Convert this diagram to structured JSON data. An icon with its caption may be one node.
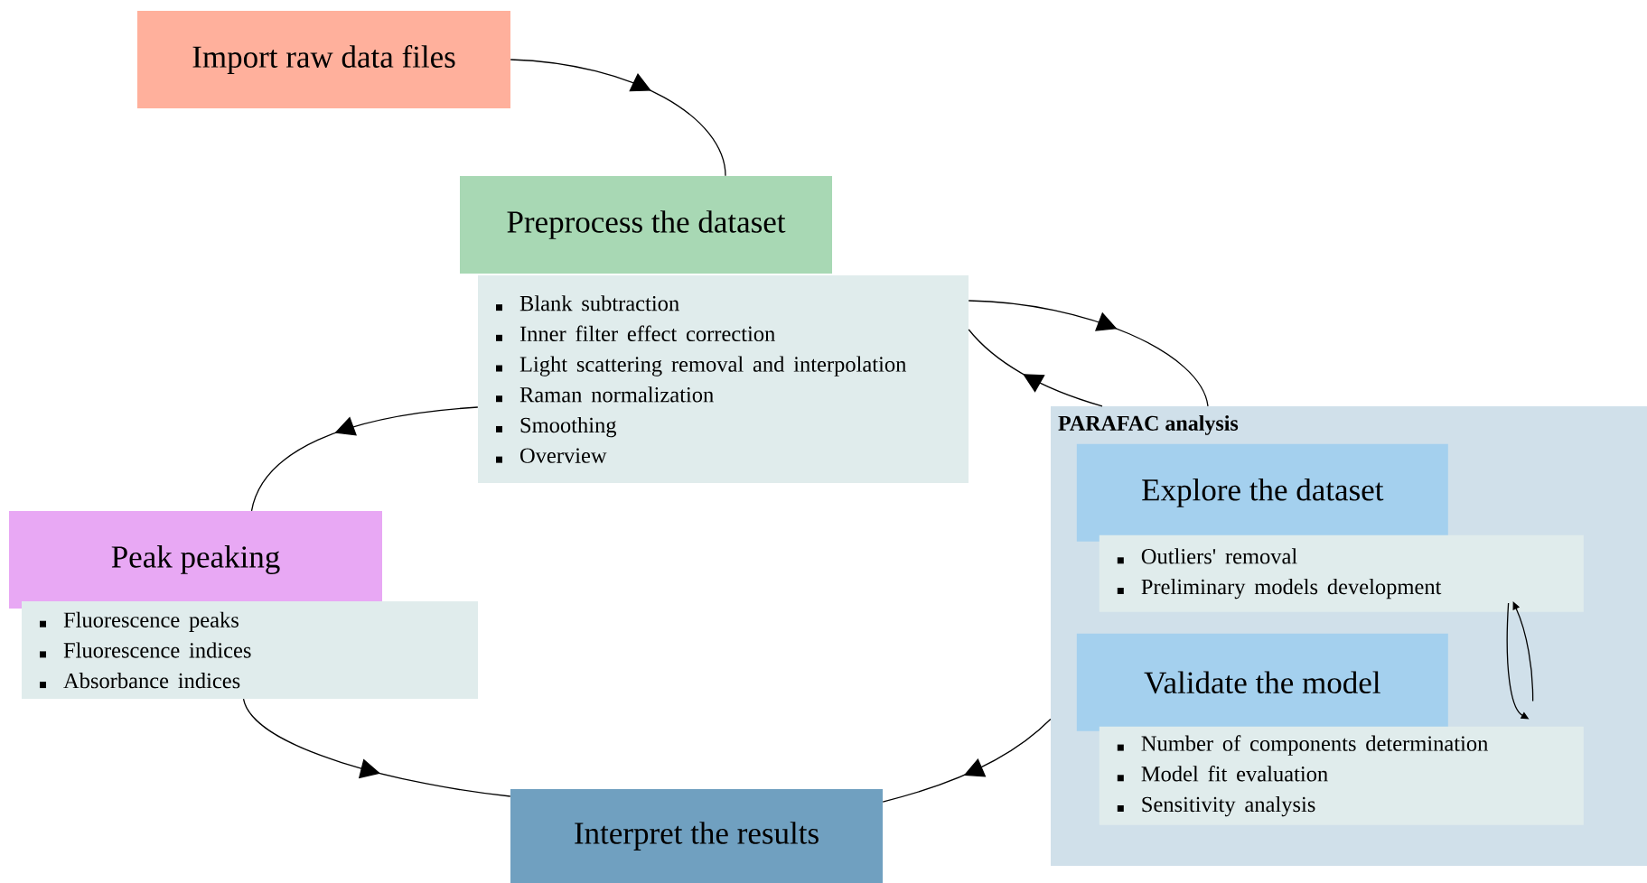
{
  "diagram": {
    "nodes": [
      {
        "text": [
          "Import raw data files"
        ]
      },
      {
        "text": [
          "Preprocess the dataset"
        ]
      },
      {
        "text": [
          "Blank subtraction",
          "Inner filter effect correction",
          "Light scattering removal and interpolation",
          "Raman normalization",
          "Smoothing",
          "Overview"
        ]
      },
      {
        "text": [
          "Peak peaking"
        ]
      },
      {
        "text": [
          "Fluorescence peaks",
          "Fluorescence indices",
          "Absorbance indices"
        ]
      },
      {
        "text": [
          "Interpret the results"
        ]
      },
      {
        "text": [
          "PARAFAC analysis"
        ]
      },
      {
        "text": [
          "Explore the dataset"
        ],
        "in": 6
      },
      {
        "text": [
          "Outliers' removal",
          "Preliminary models development"
        ],
        "in": 6
      },
      {
        "text": [
          "Validate the model"
        ],
        "in": 6
      },
      {
        "text": [
          "Number of components determination",
          "Model fit evaluation",
          "Sensitivity analysis"
        ],
        "in": 6
      }
    ],
    "edges": [
      {
        "from": 0,
        "to": 1,
        "arrow": "to"
      },
      {
        "from": 2,
        "to": 6,
        "arrow": "to"
      },
      {
        "from": 6,
        "to": 2,
        "arrow": "to"
      },
      {
        "from": 2,
        "to": 3,
        "arrow": "to"
      },
      {
        "from": 4,
        "to": 5,
        "arrow": "to"
      },
      {
        "from": 6,
        "to": 5,
        "arrow": "to"
      },
      {
        "from": 8,
        "to": 10,
        "arrow": "to"
      },
      {
        "from": 10,
        "to": 8,
        "arrow": "to"
      }
    ]
  }
}
